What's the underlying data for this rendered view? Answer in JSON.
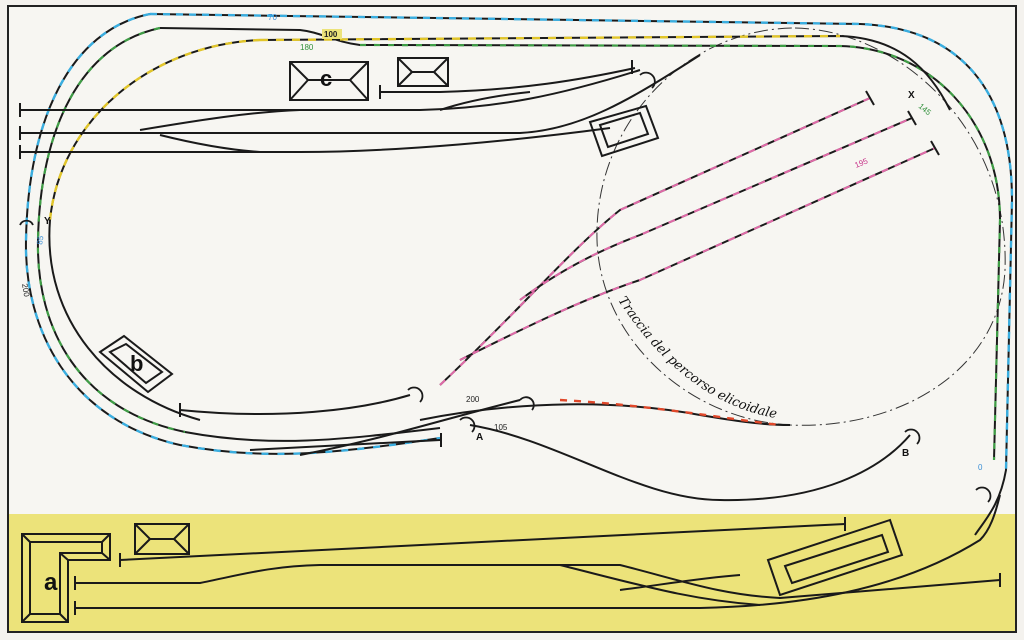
{
  "colors": {
    "paper": "#f7f6f2",
    "border": "#222222",
    "yard": "#ece37a",
    "track": "#1a1a1a",
    "cyan": "#3aaee0",
    "green": "#3f9e46",
    "yellow": "#e2c62a",
    "pink": "#e06aa8",
    "red": "#e0482a",
    "num_blue": "#3a8fd6",
    "num_green": "#2f8f3a",
    "num_pink": "#c8348a"
  },
  "buildings": {
    "a": "a",
    "b": "b",
    "c": "c"
  },
  "points": {
    "x": "X",
    "y": "Y",
    "a": "A",
    "b": "B"
  },
  "heights": {
    "h70": "70",
    "h100": "100",
    "h180": "180",
    "h145": "145",
    "h195": "195",
    "h85": "85",
    "h200_left": "200",
    "h200_mid": "200",
    "h105": "105",
    "h0": "0"
  },
  "helix_caption": "Traccia del percorso elicoidale"
}
